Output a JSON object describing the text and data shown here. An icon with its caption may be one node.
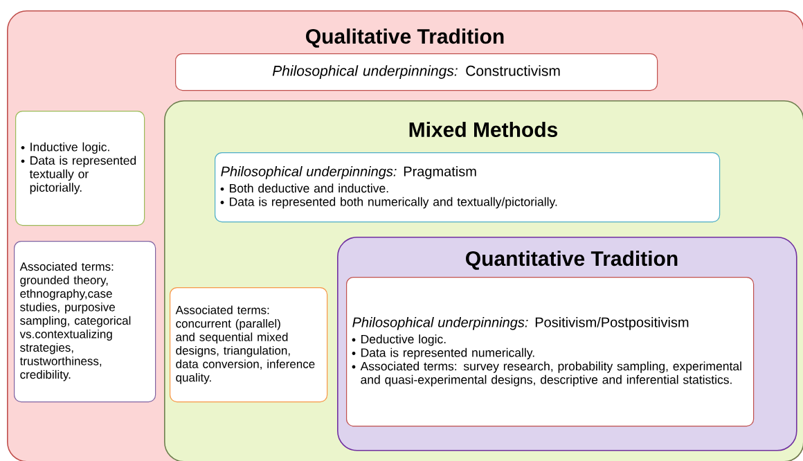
{
  "diagram": {
    "nodes": [
      {
        "text": [
          "Qualitative Tradition"
        ]
      },
      {
        "text": [
          "*Philosophical underpinnings:* Constructivism"
        ],
        "in": 0
      },
      {
        "text": [
          "Inductive logic.",
          "Data is represented textually or pictorially."
        ],
        "in": 0
      },
      {
        "text": [
          "Associated terms: grounded theory, ethnography,case studies, purposive sampling, categorical vs.contextualizing strategies, trustworthiness, credibility."
        ],
        "in": 0
      },
      {
        "text": [
          "Mixed Methods"
        ],
        "in": 0
      },
      {
        "text": [
          "*Philosophical underpinnings:* Pragmatism",
          "Both deductive and inductive.",
          "Data is represented both numerically and textually/pictorially."
        ],
        "in": 4
      },
      {
        "text": [
          "Associated terms: concurrent (parallel) and sequential mixed designs, triangulation, data conversion, inference quality."
        ],
        "in": 4
      },
      {
        "text": [
          "Quantitative Tradition"
        ],
        "in": 4
      },
      {
        "text": [
          "*Philosophical underpinnings:* Positivism/Postpositivism",
          "Deductive logic.",
          "Data is represented numerically.",
          "Associated terms: survey research, probability sampling, experimental and quasi-experimental designs, descriptive and inferential statistics."
        ],
        "in": 7
      }
    ]
  }
}
